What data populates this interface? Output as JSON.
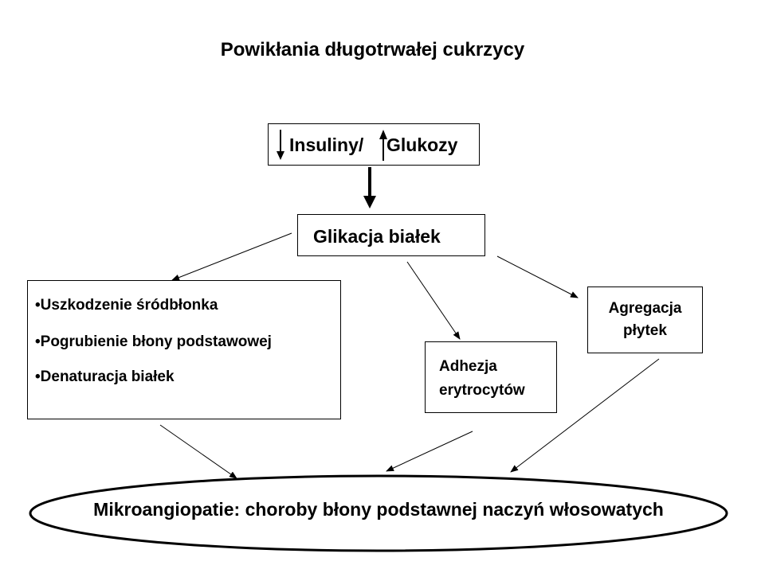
{
  "diagram": {
    "title": "Powikłania długotrwałej cukrzycy",
    "top_box": {
      "label_a": "Insuliny/",
      "label_b": "Glukozy"
    },
    "middle_box": {
      "label": "Glikacja białek"
    },
    "left_box": {
      "items": [
        "•Uszkodzenie śródbłonka",
        "•Pogrubienie błony podstawowej",
        "•Denaturacja białek"
      ]
    },
    "erythrocyte_box": {
      "line1": "Adhezja",
      "line2": "erytrocytów"
    },
    "platelet_box": {
      "line1": "Agregacja",
      "line2": "płytek"
    },
    "outcome": {
      "label": "Mikroangiopatie: choroby błony podstawnej naczyń włosowatych"
    }
  }
}
